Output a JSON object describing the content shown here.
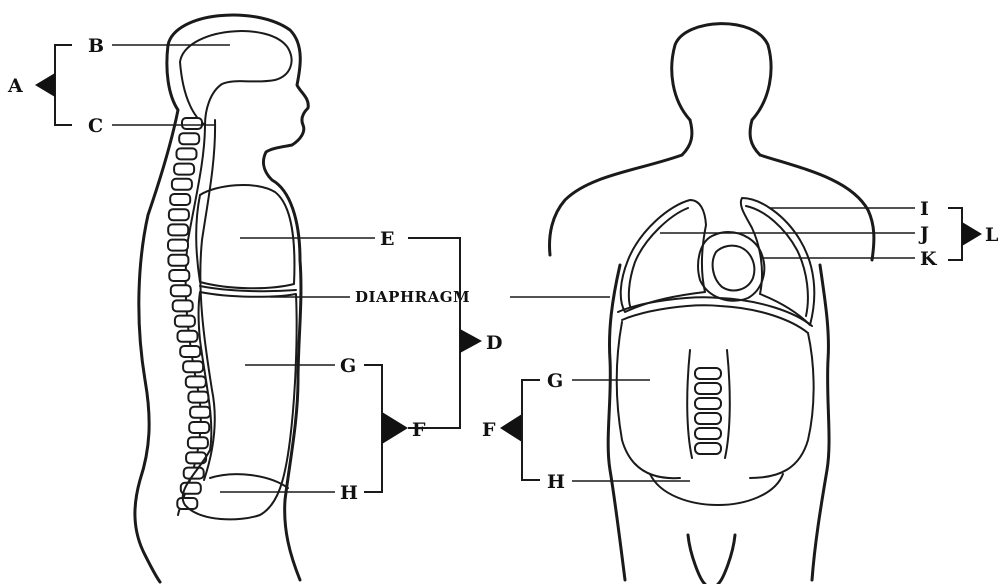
{
  "diagram": {
    "labels": {
      "a": "A",
      "b": "B",
      "c": "C",
      "d": "D",
      "e": "E",
      "f_left": "F",
      "f_right": "F",
      "g_left": "G",
      "g_right": "G",
      "h_left": "H",
      "h_right": "H",
      "i": "I",
      "j": "J",
      "k": "K",
      "l": "L",
      "diaphragm": "DIAPHRAGM"
    }
  }
}
